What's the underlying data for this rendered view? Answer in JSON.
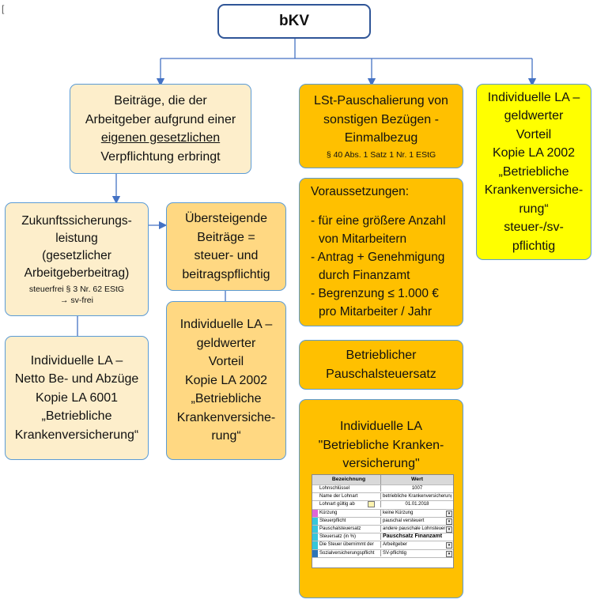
{
  "corner_mark": "[",
  "root": {
    "title": "bKV"
  },
  "branch_employer": {
    "line1": "Beiträge, die der",
    "line2": "Arbeitgeber aufgrund einer",
    "line3_underlined": "eigenen gesetzlichen",
    "line4": "Verpflichtung erbringt"
  },
  "branch_lst": {
    "title": "LSt-Pauschalierung von\nsonstigen Bezügen -\nEinmalbezug",
    "note": "§ 40 Abs. 1 Satz 1 Nr. 1 EStG"
  },
  "branch_individual": {
    "text": "Individuelle LA –\ngeldwerter\nVorteil\nKopie LA 2002\n„Betriebliche\nKrankenversiche-\nrung“\nsteuer-/sv-\npflichtig"
  },
  "zukunft": {
    "text": "Zukunftssicherungs-\nleistung\n(gesetzlicher\nArbeitgeberbeitrag)",
    "note": "steuerfrei § 3 Nr. 62 EStG\n→ sv-frei"
  },
  "uebersteigend": {
    "text": "Übersteigende\nBeiträge =\nsteuer- und\nbeitragspflichtig"
  },
  "netto": {
    "text": "Individuelle LA –\nNetto Be- und Abzüge\nKopie LA 6001\n„Betriebliche\nKrankenversicherung“"
  },
  "geldwert": {
    "text": "Individuelle LA –\ngeldwerter\nVorteil\nKopie LA 2002\n„Betriebliche\nKrankenversiche-\nrung“"
  },
  "voraussetzungen": {
    "title": "Voraussetzungen:",
    "items": [
      "- für eine größere Anzahl",
      "  von Mitarbeitern",
      "- Antrag + Genehmigung",
      "  durch Finanzamt",
      "- Begrenzung ≤ 1.000 €",
      "  pro Mitarbeiter / Jahr"
    ]
  },
  "pauschalsteuersatz": {
    "text": "Betrieblicher\nPauschalsteuersatz"
  },
  "individuelle_la": {
    "text": "Individuelle LA\n\"Betriebliche Kranken-\nversicherung\""
  },
  "table": {
    "headers": [
      "Bezeichnung",
      "Wert"
    ],
    "rows": [
      {
        "label": "Lohnschlüssel",
        "value": "1007",
        "mark": "",
        "dropdown": false,
        "center": true
      },
      {
        "label": "Name der Lohnart",
        "value": "betriebliche Krankenversicherung",
        "mark": "",
        "dropdown": false,
        "center": false
      },
      {
        "label": "Lohnart gültig ab",
        "value": "01.01.2018",
        "mark": "",
        "dropdown": false,
        "center": true,
        "calendar": true
      },
      {
        "label": "Kürzung",
        "value": "keine Kürzung",
        "mark": "#e066d6",
        "dropdown": true,
        "center": false
      },
      {
        "label": "Steuerpflicht",
        "value": "pauschal versteuert",
        "mark": "#38c6d9",
        "dropdown": true,
        "center": false
      },
      {
        "label": "Pauschalsteuersatz",
        "value": "andere pauschale Lohnsteuer",
        "mark": "#38c6d9",
        "dropdown": true,
        "center": false
      },
      {
        "label": "Steuersatz (in %)",
        "value": "Pauschsatz Finanzamt",
        "mark": "#38c6d9",
        "dropdown": false,
        "center": false,
        "bold": true
      },
      {
        "label": "Die Steuer übernimmt der",
        "value": "Arbeitgeber",
        "mark": "#38c6d9",
        "dropdown": true,
        "center": false
      },
      {
        "label": "Sozialversicherungspflicht",
        "value": "SV-pflichtig",
        "mark": "#2e75b6",
        "dropdown": true,
        "center": false
      }
    ]
  }
}
